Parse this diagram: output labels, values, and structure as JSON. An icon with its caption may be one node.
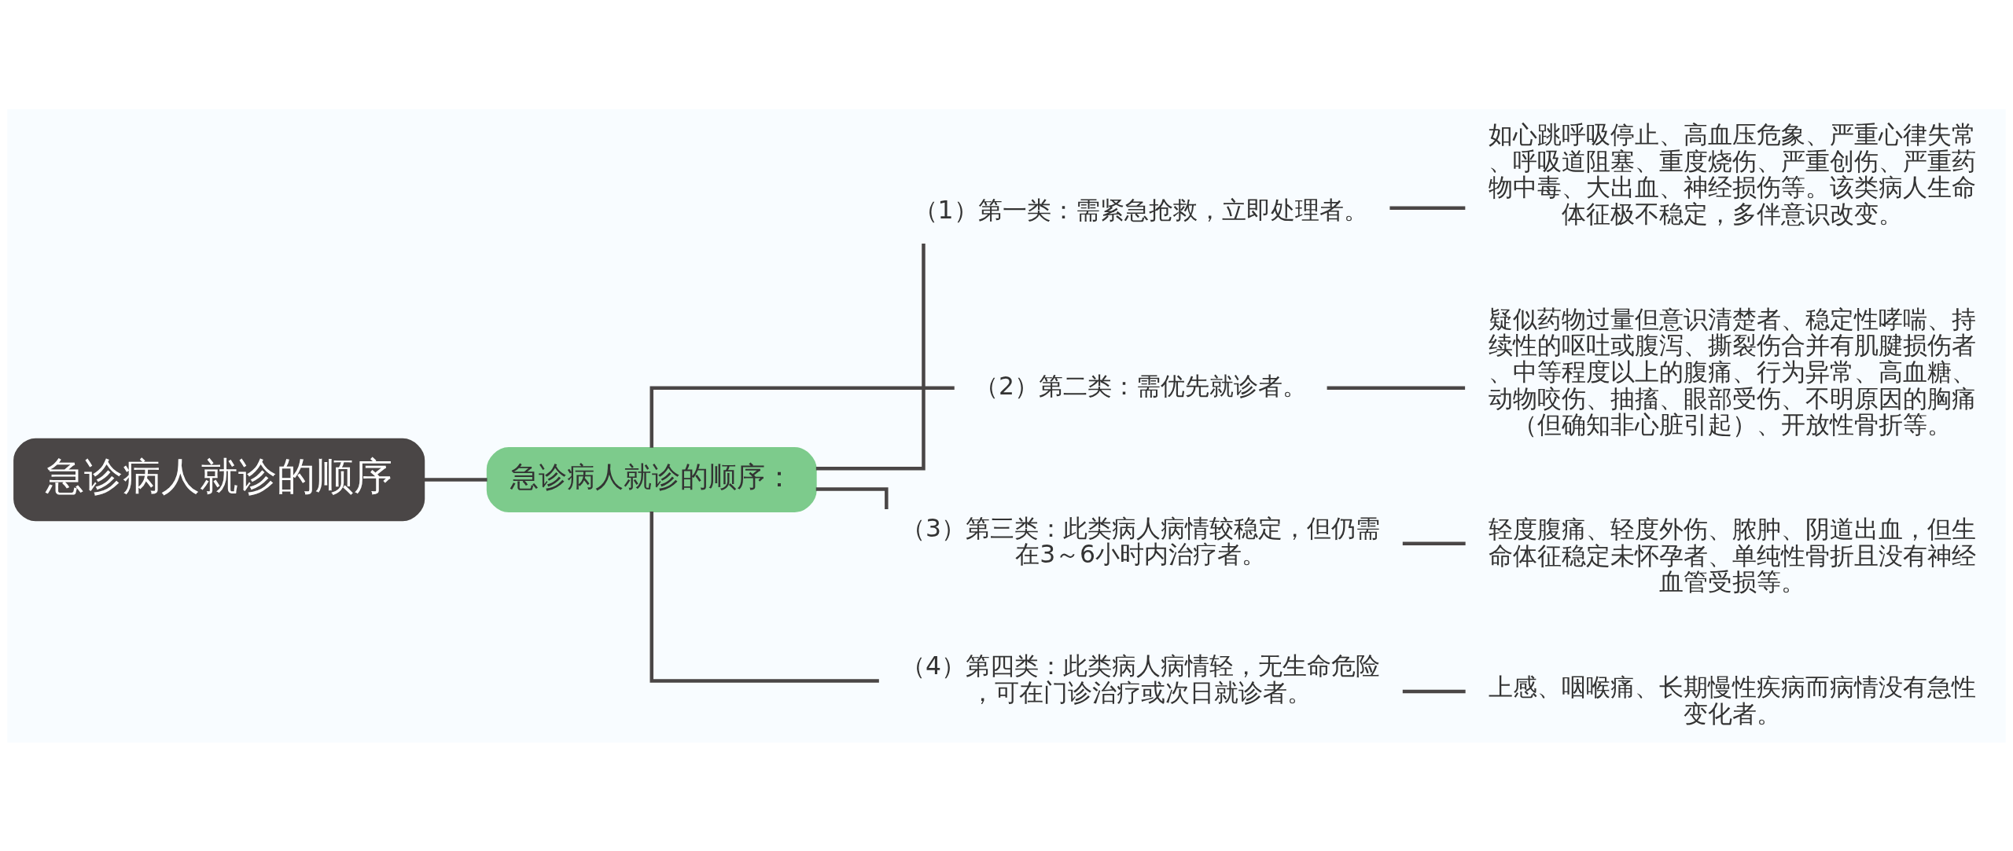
{
  "diagram": {
    "nodes": [
      {
        "text": [
          "急诊病人就诊的顺序"
        ]
      },
      {
        "text": [
          "急诊病人就诊的顺序："
        ]
      },
      {
        "text": [
          "（1）第一类：需紧急抢救，立即处理者。"
        ]
      },
      {
        "text": [
          "如心跳呼吸停止、高血压危象、严重心律失常、呼吸道阻塞、重度烧伤、严重创伤、严重药物中毒、大出血、神经损伤等。该类病人生命体征极不稳定，多伴意识改变。"
        ]
      },
      {
        "text": [
          "（2）第二类：需优先就诊者。"
        ]
      },
      {
        "text": [
          "疑似药物过量但意识清楚者、稳定性哮喘、持续性的呕吐或腹泻、撕裂伤合并有肌腱损伤者、中等程度以上的腹痛、行为异常、高血糖、动物咬伤、抽搐、眼部受伤、不明原因的胸痛（但确知非心脏引起）、开放性骨折等。"
        ]
      },
      {
        "text": [
          "（3）第三类：此类病人病情较稳定，但仍需在3～6小时内治疗者。"
        ]
      },
      {
        "text": [
          "轻度腹痛、轻度外伤、脓肿、阴道出血，但生命体征稳定未怀孕者、单纯性骨折且没有神经血管受损等。"
        ]
      },
      {
        "text": [
          "（4）第四类：此类病人病情轻，无生命危险，可在门诊治疗或次日就诊者。"
        ]
      },
      {
        "text": [
          "上感、咽喉痛、长期慢性疾病而病情没有急性变化者。"
        ]
      }
    ],
    "edges": [
      {
        "from": 0,
        "to": 1,
        "arrow": "none"
      },
      {
        "from": 1,
        "to": 2,
        "arrow": "none"
      },
      {
        "from": 1,
        "to": 4,
        "arrow": "none"
      },
      {
        "from": 1,
        "to": 6,
        "arrow": "none"
      },
      {
        "from": 1,
        "to": 8,
        "arrow": "none"
      },
      {
        "from": 2,
        "to": 3,
        "arrow": "none"
      },
      {
        "from": 4,
        "to": 5,
        "arrow": "none"
      },
      {
        "from": 6,
        "to": 7,
        "arrow": "none"
      },
      {
        "from": 8,
        "to": 9,
        "arrow": "none"
      }
    ]
  }
}
